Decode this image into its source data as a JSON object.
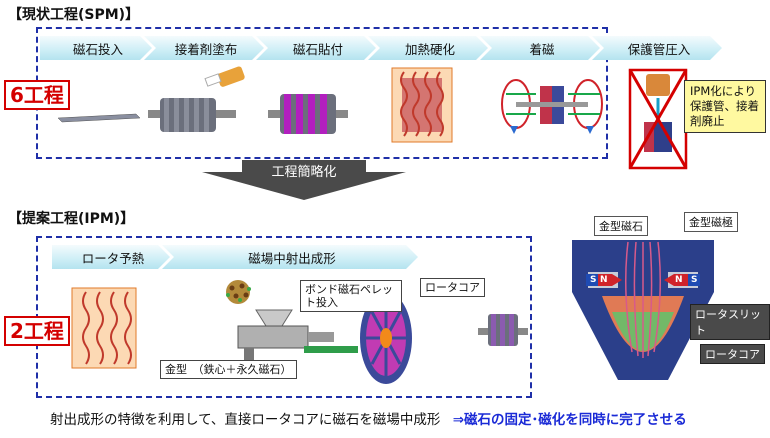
{
  "spm": {
    "title": "【現状工程(SPM)】",
    "badge": "6工程",
    "steps": [
      "磁石投入",
      "接着剤塗布",
      "磁石貼付",
      "加熱硬化",
      "着磁",
      "保護管圧入"
    ],
    "ipm_note": "IPM化により保護管、接着剤廃止"
  },
  "simplify": {
    "label": "工程簡略化"
  },
  "ipm": {
    "title": "【提案工程(IPM)】",
    "badge": "2工程",
    "steps": [
      "ロータ予熱",
      "磁場中射出成形"
    ],
    "callout_pellet": "ボンド磁石ペレット投入",
    "callout_core": "ロータコア",
    "callout_mold": "金型　（鉄心＋永久磁石）"
  },
  "mold_diagram": {
    "label_magnet": "金型磁石",
    "label_pole": "金型磁極",
    "label_slit": "ロータスリット",
    "label_core": "ロータコア",
    "pole_s": "S",
    "pole_n": "N"
  },
  "bottom": {
    "note": "射出成形の特徴を利用して、直接ロータコアに磁石を磁場中成形",
    "highlight": "⇒磁石の固定･磁化を同時に完了させる"
  },
  "colors": {
    "dash_border": "#1f2fa8",
    "badge_red": "#d40000",
    "accent_blue": "#1a2ad6",
    "note_yellow": "#fff9a0"
  }
}
